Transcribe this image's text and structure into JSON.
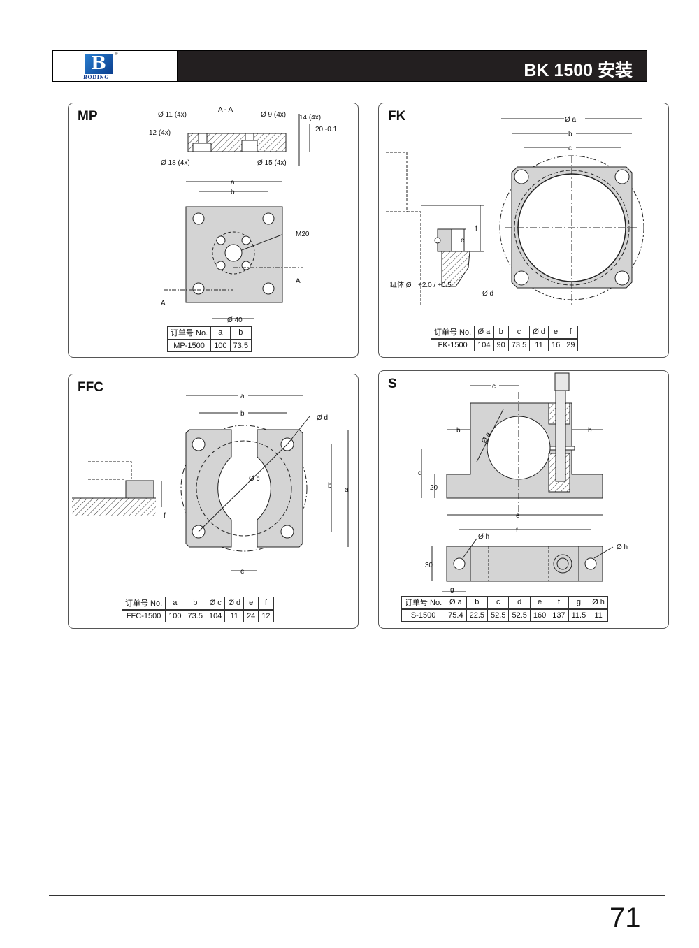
{
  "header": {
    "brand": "BODING",
    "title": "BK 1500 安装"
  },
  "mp": {
    "title": "MP",
    "section": "A - A",
    "d11": "Ø 11 (4x)",
    "d9": "Ø 9 (4x)",
    "h14": "14 (4x)",
    "h20": "20 -0.1",
    "h12": "12 (4x)",
    "d18": "Ø 18 (4x)",
    "d15": "Ø 15 (4x)",
    "a": "a",
    "b": "b",
    "m20": "M20",
    "A": "A",
    "d40": "Ø 40",
    "table": {
      "headers": [
        "订单号 No.",
        "a",
        "b"
      ],
      "row": [
        "MP-1500",
        "100",
        "73.5"
      ]
    }
  },
  "fk": {
    "title": "FK",
    "a": "Ø a",
    "b": "b",
    "c": "c",
    "d": "Ø d",
    "e": "e",
    "f": "f",
    "body": "缸体 Ø",
    "tol": "+2.0 / +0.5",
    "table": {
      "headers": [
        "订单号 No.",
        "Ø a",
        "b",
        "c",
        "Ø d",
        "e",
        "f"
      ],
      "row": [
        "FK-1500",
        "104",
        "90",
        "73.5",
        "11",
        "16",
        "29"
      ]
    }
  },
  "ffc": {
    "title": "FFC",
    "a": "a",
    "b": "b",
    "c": "Ø c",
    "d": "Ø d",
    "e": "e",
    "f": "f",
    "table": {
      "headers": [
        "订单号 No.",
        "a",
        "b",
        "Ø c",
        "Ø d",
        "e",
        "f"
      ],
      "row": [
        "FFC-1500",
        "100",
        "73.5",
        "104",
        "11",
        "24",
        "12"
      ]
    }
  },
  "s": {
    "title": "S",
    "a": "Ø a",
    "b": "b",
    "c": "c",
    "d": "d",
    "e": "e",
    "f": "f",
    "g": "g",
    "h": "Ø h",
    "h20": "20",
    "h30": "30",
    "table": {
      "headers": [
        "订单号 No.",
        "Ø a",
        "b",
        "c",
        "d",
        "e",
        "f",
        "g",
        "Ø h"
      ],
      "row": [
        "S-1500",
        "75.4",
        "22.5",
        "52.5",
        "52.5",
        "160",
        "137",
        "11.5",
        "11"
      ]
    }
  },
  "footer": {
    "page": "71"
  }
}
